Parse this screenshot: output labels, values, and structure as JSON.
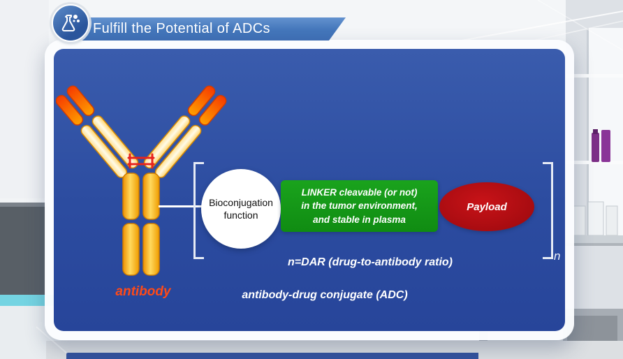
{
  "header": {
    "title": "Fulfill the Potential of ADCs",
    "logo_icon": "flask-molecule-icon"
  },
  "panel": {
    "antibody_label": "antibody",
    "bioconjugation_lines": [
      "Bioconjugation",
      "function"
    ],
    "linker_lines": [
      "LINKER cleavable (or not)",
      "in the tumor environment,",
      "and stable in plasma"
    ],
    "payload_label": "Payload",
    "dar_text": "n=DAR (drug-to-antibody ratio)",
    "adc_text": "antibody-drug conjugate (ADC)",
    "bracket_subscript": "n"
  },
  "colors": {
    "panel_blue": "#2c4ca0",
    "banner_blue": "#4376ba",
    "linker_green": "#129a13",
    "payload_red": "#b00d12",
    "antibody_orange": "#ff4a17",
    "lab_teal": "#74d4e2",
    "bottle_purple": "#7c2f87"
  }
}
